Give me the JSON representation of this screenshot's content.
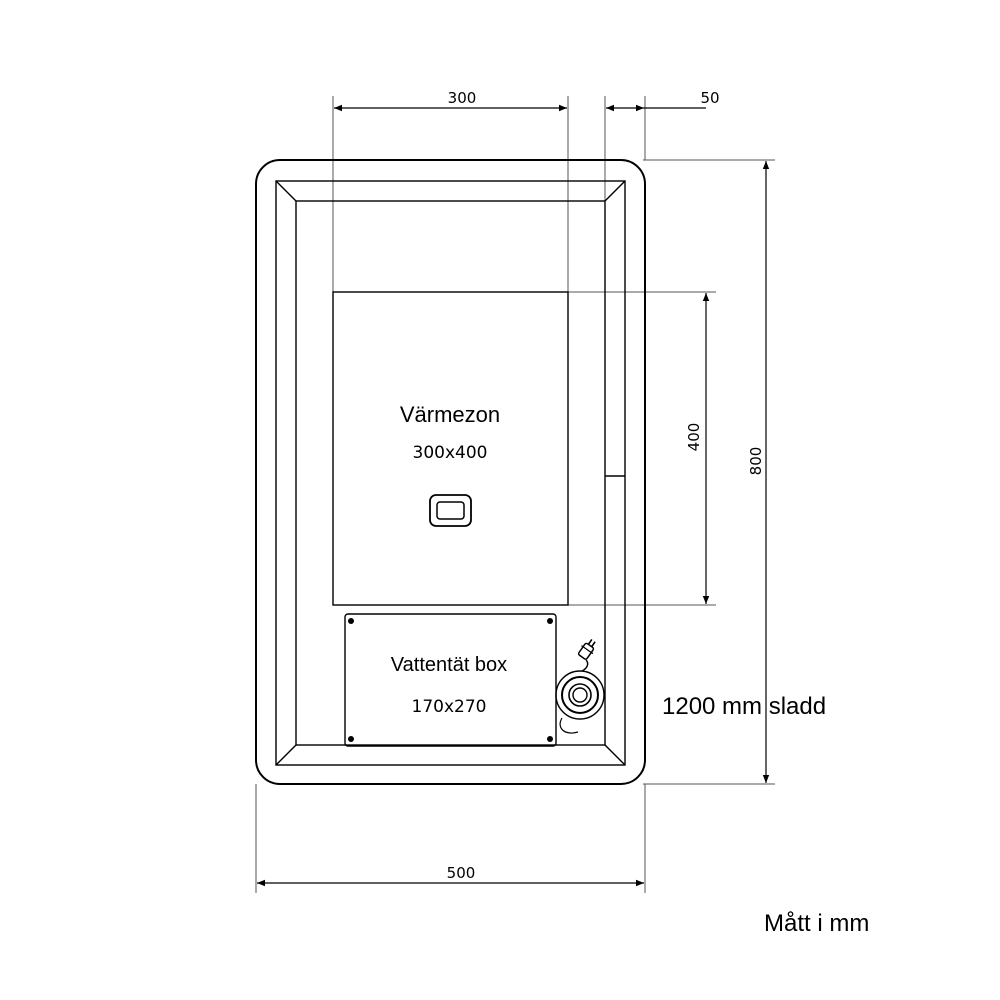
{
  "dimensions": {
    "top_width": "300",
    "top_margin": "50",
    "zone_height": "400",
    "total_height": "800",
    "total_width": "500"
  },
  "heat_zone": {
    "title": "Värmezon",
    "size": "300x400"
  },
  "waterproof_box": {
    "title": "Vattentät box",
    "size": "170x270"
  },
  "cable_label": "1200 mm sladd",
  "units_note": "Mått i mm",
  "icons": [
    "switch-icon",
    "plug-icon",
    "cable-coil-icon"
  ]
}
